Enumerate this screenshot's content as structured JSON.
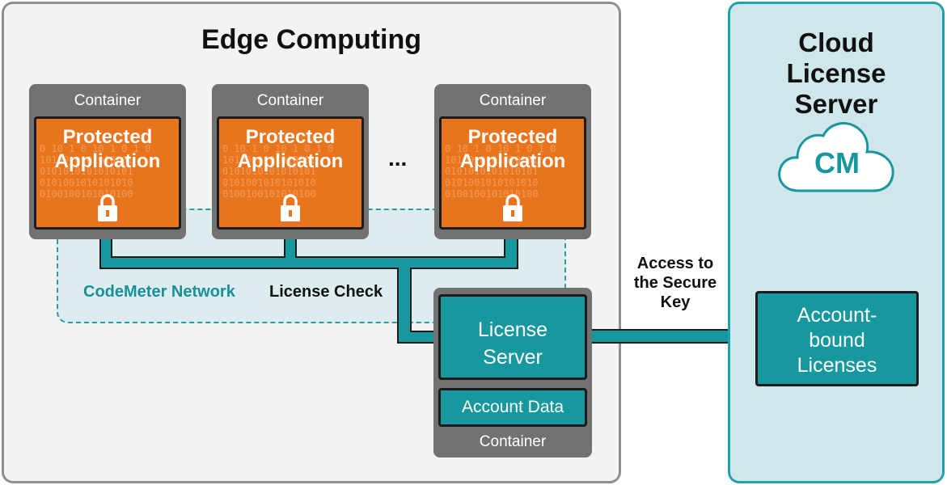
{
  "edge": {
    "title": "Edge Computing",
    "network_label": "CodeMeter Network",
    "license_check_label": "License Check",
    "ellipsis": "...",
    "containers": [
      {
        "label": "Container",
        "app_title": "Protected Application",
        "bits": "0 10 1 0 10 1 0 1 0\n10100 0101010101\n0101010101010101\n0101001010101010\n0100100101010100"
      },
      {
        "label": "Container",
        "app_title": "Protected Application",
        "bits": "0 10 1 0 10 1 0 1 0\n10100 0101010101\n0101010101010101\n0101001010101010\n0100100101010100"
      },
      {
        "label": "Container",
        "app_title": "Protected Application",
        "bits": "0 10 1 0 10 1 0 1 0\n10100 0101010101\n0101010101010101\n0101001010101010\n0100100101010100"
      }
    ],
    "server_container": {
      "label": "Container",
      "license_server": "License Server",
      "account_data": "Account Data"
    }
  },
  "access_label": "Access to the Secure Key",
  "cloud": {
    "title": "Cloud License Server",
    "logo": "CM",
    "licenses": "Account-bound Licenses"
  },
  "colors": {
    "orange": "#e8741e",
    "teal": "#17979e",
    "gray": "#727272",
    "cloud_bg": "#cfe7ea"
  }
}
